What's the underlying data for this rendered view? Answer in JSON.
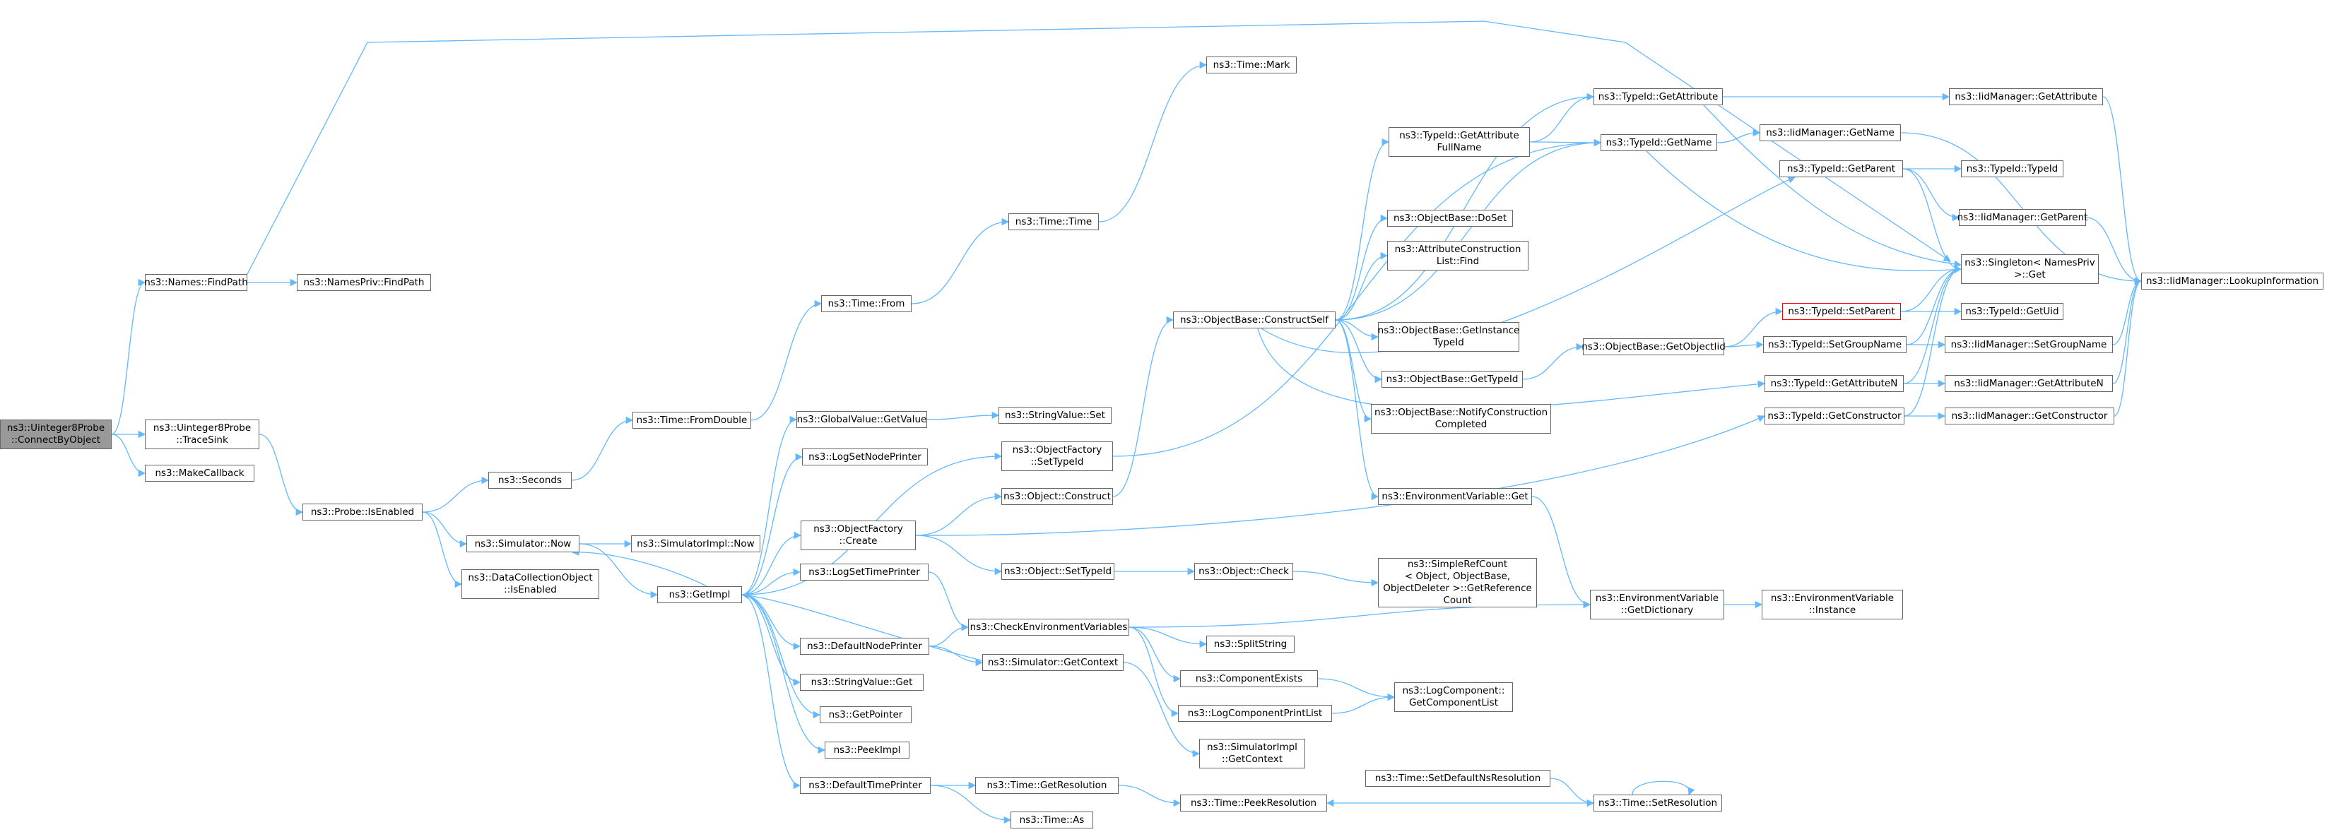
{
  "graph": {
    "edge_color": "#63b8ff",
    "nodes": [
      {
        "id": "root",
        "label": "ns3::Uinteger8Probe\n::ConnectByObject",
        "style": "root"
      },
      {
        "id": "findpath",
        "label": "ns3::Names::FindPath"
      },
      {
        "id": "namespriv",
        "label": "ns3::NamesPriv::FindPath"
      },
      {
        "id": "tracesink",
        "label": "ns3::Uinteger8Probe\n::TraceSink"
      },
      {
        "id": "makecb",
        "label": "ns3::MakeCallback"
      },
      {
        "id": "isenabled",
        "label": "ns3::Probe::IsEnabled"
      },
      {
        "id": "seconds",
        "label": "ns3::Seconds"
      },
      {
        "id": "simnow",
        "label": "ns3::Simulator::Now"
      },
      {
        "id": "dcoenabled",
        "label": "ns3::DataCollectionObject\n::IsEnabled"
      },
      {
        "id": "fromdouble",
        "label": "ns3::Time::FromDouble"
      },
      {
        "id": "timefrom",
        "label": "ns3::Time::From"
      },
      {
        "id": "timetime",
        "label": "ns3::Time::Time"
      },
      {
        "id": "timemark",
        "label": "ns3::Time::Mark"
      },
      {
        "id": "simimplnow",
        "label": "ns3::SimulatorImpl::Now"
      },
      {
        "id": "getimpl",
        "label": "ns3::GetImpl"
      },
      {
        "id": "gvgetvalue",
        "label": "ns3::GlobalValue::GetValue"
      },
      {
        "id": "svset",
        "label": "ns3::StringValue::Set"
      },
      {
        "id": "logsetnode",
        "label": "ns3::LogSetNodePrinter"
      },
      {
        "id": "ofsettypeid",
        "label": "ns3::ObjectFactory\n::SetTypeId"
      },
      {
        "id": "ofcreate",
        "label": "ns3::ObjectFactory\n::Create"
      },
      {
        "id": "objconstruct",
        "label": "ns3::Object::Construct"
      },
      {
        "id": "objsettypeid",
        "label": "ns3::Object::SetTypeId"
      },
      {
        "id": "objcheck",
        "label": "ns3::Object::Check"
      },
      {
        "id": "simplerefcount",
        "label": "ns3::SimpleRefCount\n< Object, ObjectBase,\nObjectDeleter >::GetReference\nCount"
      },
      {
        "id": "logsettime",
        "label": "ns3::LogSetTimePrinter"
      },
      {
        "id": "checkenv",
        "label": "ns3::CheckEnvironmentVariables"
      },
      {
        "id": "splitstring",
        "label": "ns3::SplitString"
      },
      {
        "id": "compexists",
        "label": "ns3::ComponentExists"
      },
      {
        "id": "logcompprint",
        "label": "ns3::LogComponentPrintList"
      },
      {
        "id": "logcompget",
        "label": "ns3::LogComponent::\nGetComponentList"
      },
      {
        "id": "defnodeprinter",
        "label": "ns3::DefaultNodePrinter"
      },
      {
        "id": "simgetctx",
        "label": "ns3::Simulator::GetContext"
      },
      {
        "id": "simimplctx",
        "label": "ns3::SimulatorImpl\n::GetContext"
      },
      {
        "id": "svget",
        "label": "ns3::StringValue::Get"
      },
      {
        "id": "getpointer",
        "label": "ns3::GetPointer"
      },
      {
        "id": "peekimpl",
        "label": "ns3::PeekImpl"
      },
      {
        "id": "deftimeprinter",
        "label": "ns3::DefaultTimePrinter"
      },
      {
        "id": "getres",
        "label": "ns3::Time::GetResolution"
      },
      {
        "id": "timeas",
        "label": "ns3::Time::As"
      },
      {
        "id": "peekres",
        "label": "ns3::Time::PeekResolution"
      },
      {
        "id": "setdefns",
        "label": "ns3::Time::SetDefaultNsResolution"
      },
      {
        "id": "setres",
        "label": "ns3::Time::SetResolution"
      },
      {
        "id": "constructself",
        "label": "ns3::ObjectBase::ConstructSelf"
      },
      {
        "id": "tidgetattr",
        "label": "ns3::TypeId::GetAttribute"
      },
      {
        "id": "tidgetattrfull",
        "label": "ns3::TypeId::GetAttribute\nFullName"
      },
      {
        "id": "tidgetname",
        "label": "ns3::TypeId::GetName"
      },
      {
        "id": "obdoset",
        "label": "ns3::ObjectBase::DoSet"
      },
      {
        "id": "attrconstruct",
        "label": "ns3::AttributeConstruction\nList::Find"
      },
      {
        "id": "obgetinst",
        "label": "ns3::ObjectBase::GetInstance\nTypeId"
      },
      {
        "id": "obgettypeid",
        "label": "ns3::ObjectBase::GetTypeId"
      },
      {
        "id": "obnotify",
        "label": "ns3::ObjectBase::NotifyConstruction\nCompleted"
      },
      {
        "id": "envget",
        "label": "ns3::EnvironmentVariable::Get"
      },
      {
        "id": "envdict",
        "label": "ns3::EnvironmentVariable\n::GetDictionary"
      },
      {
        "id": "envinst",
        "label": "ns3::EnvironmentVariable\n::Instance"
      },
      {
        "id": "obgetobjtid",
        "label": "ns3::ObjectBase::GetObjectIid"
      },
      {
        "id": "tidgetparent",
        "label": "ns3::TypeId::GetParent"
      },
      {
        "id": "tidsetparent",
        "label": "ns3::TypeId::SetParent",
        "style": "red"
      },
      {
        "id": "tidsetgroup",
        "label": "ns3::TypeId::SetGroupName"
      },
      {
        "id": "tidgetattrn",
        "label": "ns3::TypeId::GetAttributeN"
      },
      {
        "id": "tidgetctor",
        "label": "ns3::TypeId::GetConstructor"
      },
      {
        "id": "tidtypeid",
        "label": "ns3::TypeId::TypeId"
      },
      {
        "id": "singleton",
        "label": "ns3::Singleton< NamesPriv\n>::Get"
      },
      {
        "id": "tidgetuid",
        "label": "ns3::TypeId::GetUid"
      },
      {
        "id": "iidgetattr",
        "label": "ns3::IidManager::GetAttribute"
      },
      {
        "id": "iidgetname",
        "label": "ns3::IidManager::GetName"
      },
      {
        "id": "iidgetparent",
        "label": "ns3::IidManager::GetParent"
      },
      {
        "id": "iidsetgroup",
        "label": "ns3::IidManager::SetGroupName"
      },
      {
        "id": "iidgetattrn",
        "label": "ns3::IidManager::GetAttributeN"
      },
      {
        "id": "iidgetctor",
        "label": "ns3::IidManager::GetConstructor"
      },
      {
        "id": "iidlookup",
        "label": "ns3::IidManager::LookupInformation"
      }
    ],
    "edges": [
      [
        "root",
        "findpath"
      ],
      [
        "root",
        "tracesink"
      ],
      [
        "root",
        "makecb"
      ],
      [
        "findpath",
        "namespriv"
      ],
      [
        "findpath",
        "singleton"
      ],
      [
        "tracesink",
        "isenabled"
      ],
      [
        "isenabled",
        "seconds"
      ],
      [
        "isenabled",
        "simnow"
      ],
      [
        "isenabled",
        "dcoenabled"
      ],
      [
        "seconds",
        "fromdouble"
      ],
      [
        "fromdouble",
        "timefrom"
      ],
      [
        "timefrom",
        "timetime"
      ],
      [
        "timetime",
        "timemark"
      ],
      [
        "simnow",
        "simimplnow"
      ],
      [
        "simnow",
        "getimpl"
      ],
      [
        "getimpl",
        "gvgetvalue"
      ],
      [
        "getimpl",
        "logsetnode"
      ],
      [
        "getimpl",
        "ofsettypeid"
      ],
      [
        "getimpl",
        "ofcreate"
      ],
      [
        "getimpl",
        "logsettime"
      ],
      [
        "getimpl",
        "defnodeprinter"
      ],
      [
        "getimpl",
        "svget"
      ],
      [
        "getimpl",
        "getpointer"
      ],
      [
        "getimpl",
        "peekimpl"
      ],
      [
        "getimpl",
        "deftimeprinter"
      ],
      [
        "getimpl",
        "simnow"
      ],
      [
        "gvgetvalue",
        "svset"
      ],
      [
        "ofsettypeid",
        "tidgetname"
      ],
      [
        "ofcreate",
        "objconstruct"
      ],
      [
        "ofcreate",
        "objsettypeid"
      ],
      [
        "ofcreate",
        "tidgetctor"
      ],
      [
        "objconstruct",
        "constructself"
      ],
      [
        "objsettypeid",
        "objcheck"
      ],
      [
        "objcheck",
        "simplerefcount"
      ],
      [
        "logsettime",
        "checkenv"
      ],
      [
        "checkenv",
        "splitstring"
      ],
      [
        "checkenv",
        "compexists"
      ],
      [
        "checkenv",
        "logcompprint"
      ],
      [
        "checkenv",
        "envdict"
      ],
      [
        "compexists",
        "logcompget"
      ],
      [
        "logcompprint",
        "logcompget"
      ],
      [
        "defnodeprinter",
        "checkenv"
      ],
      [
        "defnodeprinter",
        "simgetctx"
      ],
      [
        "simgetctx",
        "simimplctx"
      ],
      [
        "simgetctx",
        "getimpl"
      ],
      [
        "deftimeprinter",
        "getres"
      ],
      [
        "deftimeprinter",
        "timeas"
      ],
      [
        "getres",
        "peekres"
      ],
      [
        "setdefns",
        "setres"
      ],
      [
        "setres",
        "peekres"
      ],
      [
        "setres",
        "setres"
      ],
      [
        "constructself",
        "tidgetattr"
      ],
      [
        "constructself",
        "tidgetattrfull"
      ],
      [
        "constructself",
        "tidgetname"
      ],
      [
        "constructself",
        "obdoset"
      ],
      [
        "constructself",
        "attrconstruct"
      ],
      [
        "constructself",
        "obgetinst"
      ],
      [
        "constructself",
        "obgettypeid"
      ],
      [
        "constructself",
        "obnotify"
      ],
      [
        "constructself",
        "envget"
      ],
      [
        "constructself",
        "tidgetparent"
      ],
      [
        "constructself",
        "tidgetattrn"
      ],
      [
        "tidgetattrfull",
        "tidgetattr"
      ],
      [
        "tidgetattrfull",
        "tidgetname"
      ],
      [
        "tidgetattr",
        "iidgetattr"
      ],
      [
        "tidgetattr",
        "singleton"
      ],
      [
        "tidgetname",
        "iidgetname"
      ],
      [
        "tidgetname",
        "singleton"
      ],
      [
        "envget",
        "envdict"
      ],
      [
        "envdict",
        "envinst"
      ],
      [
        "obgettypeid",
        "obgetobjtid"
      ],
      [
        "obgetobjtid",
        "tidsetparent"
      ],
      [
        "obgetobjtid",
        "tidsetgroup"
      ],
      [
        "tidsetparent",
        "tidgetuid"
      ],
      [
        "tidsetparent",
        "singleton"
      ],
      [
        "tidsetgroup",
        "iidsetgroup"
      ],
      [
        "tidsetgroup",
        "singleton"
      ],
      [
        "tidgetparent",
        "tidtypeid"
      ],
      [
        "tidgetparent",
        "iidgetparent"
      ],
      [
        "tidgetparent",
        "singleton"
      ],
      [
        "tidgetattrn",
        "iidgetattrn"
      ],
      [
        "tidgetattrn",
        "singleton"
      ],
      [
        "tidgetctor",
        "iidgetctor"
      ],
      [
        "tidgetctor",
        "singleton"
      ],
      [
        "iidgetattr",
        "iidlookup"
      ],
      [
        "iidgetname",
        "iidlookup"
      ],
      [
        "iidgetparent",
        "iidlookup"
      ],
      [
        "iidsetgroup",
        "iidlookup"
      ],
      [
        "iidgetattrn",
        "iidlookup"
      ],
      [
        "iidgetctor",
        "iidlookup"
      ]
    ]
  }
}
